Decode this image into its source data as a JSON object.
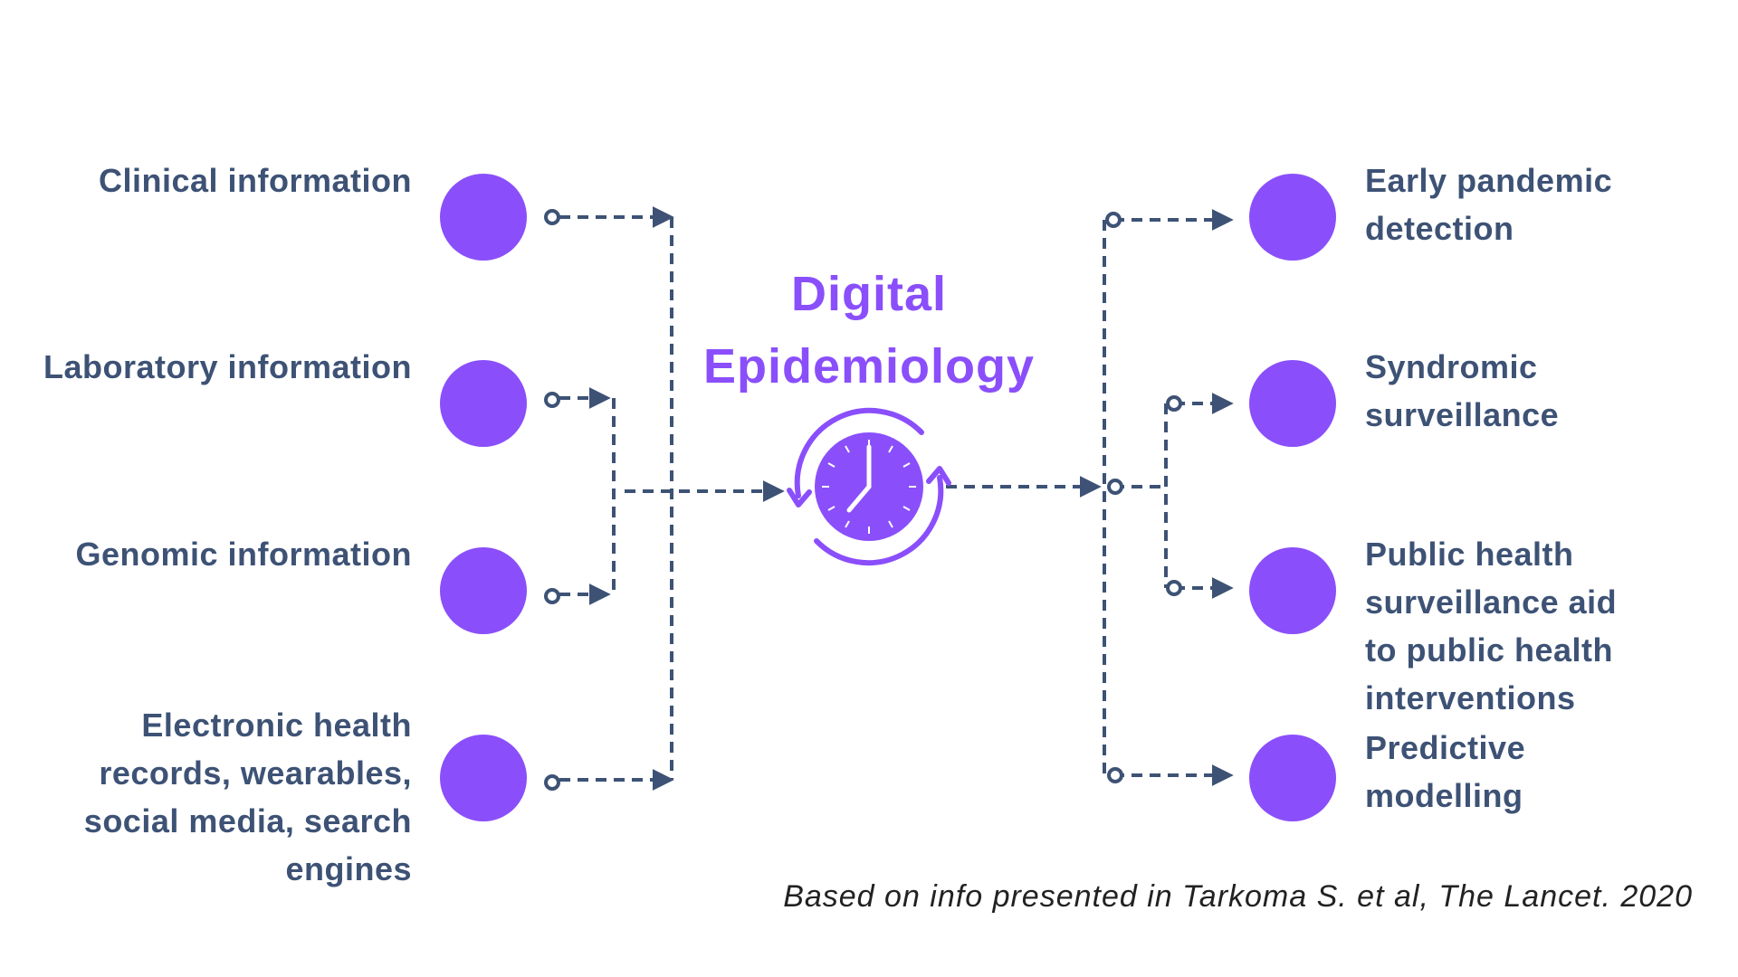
{
  "title": {
    "line1": "Digital",
    "line2": "Epidemiology"
  },
  "inputs": [
    {
      "label": "Clinical information"
    },
    {
      "label": "Laboratory information"
    },
    {
      "label": "Genomic information"
    },
    {
      "label": "Electronic health records, wearables, social media, search engines"
    }
  ],
  "outputs": [
    {
      "label": "Early pandemic detection"
    },
    {
      "label": "Syndromic surveillance"
    },
    {
      "label": "Public health surveillance aid to public health interventions"
    },
    {
      "label": "Predictive modelling"
    }
  ],
  "citation": "Based on info presented in Tarkoma S. et al, The Lancet. 2020",
  "colors": {
    "node": "#8a4ffb",
    "text": "#3d5275",
    "title": "#8a4ffb",
    "connector": "#3d5275"
  },
  "icons": {
    "center": "clock-refresh-icon"
  }
}
